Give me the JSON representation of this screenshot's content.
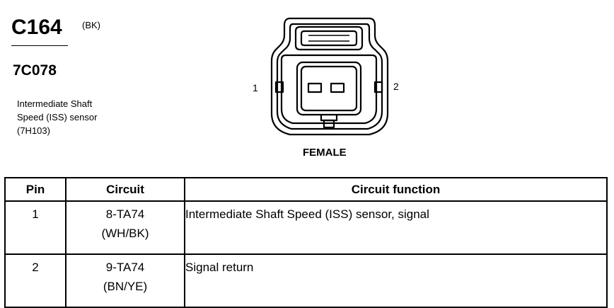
{
  "connector": {
    "id": "C164",
    "color": "(BK)",
    "part_number": "7C078",
    "description_lines": [
      "Intermediate Shaft",
      "Speed (ISS) sensor",
      "(7H103)"
    ],
    "pin_label_1": "1",
    "pin_label_2": "2",
    "gender": "FEMALE"
  },
  "table": {
    "headers": {
      "pin": "Pin",
      "circuit": "Circuit",
      "function": "Circuit function"
    },
    "rows": [
      {
        "pin": "1",
        "circuit": "8-TA74",
        "wire_color": "(WH/BK)",
        "function": "Intermediate Shaft Speed (ISS) sensor, signal"
      },
      {
        "pin": "2",
        "circuit": "9-TA74",
        "wire_color": "(BN/YE)",
        "function": "Signal return"
      }
    ]
  }
}
